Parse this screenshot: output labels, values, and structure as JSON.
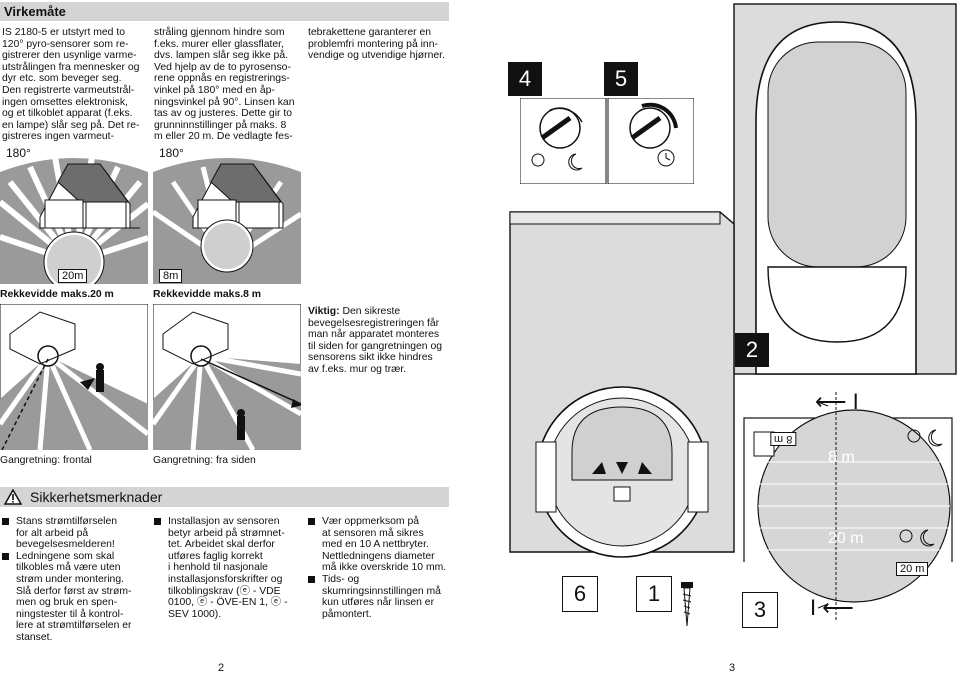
{
  "left_page": {
    "section_title": "Virkemåte",
    "col1_text": "IS 2180-5 er utstyrt med to\n120° pyro-sensorer som re-\ngistrerer den usynlige varme-\nutstrålingen fra mennesker og\ndyr etc. som beveger seg.\nDen registrerte varmeutstrål-\ningen omsettes elektronisk,\nog et tilkoblet apparat (f.eks.\nen lampe) slår seg på. Det re-\ngistreres ingen varmeut-",
    "col2_text": "stråling gjennom hindre som\nf.eks. murer eller glassflater,\ndvs. lampen slår seg ikke på.\nVed hjelp av de to pyrosenso-\nrene oppnås en registrerings-\nvinkel på 180° med en åp-\nningsvinkel på 90°. Linsen kan\ntas av og justeres. Dette gir to\ngrunninnstillinger på maks. 8\nm eller 20 m. De vedlagte fes-",
    "col3_text": "tebrakettene garanterer en\nproblemfri montering på inn-\nvendige og utvendige hjørner.",
    "fig1": {
      "angle": "180°",
      "range_label": "20m",
      "caption": "Rekkevidde maks.20 m"
    },
    "fig2": {
      "angle": "180°",
      "range_label": "8m",
      "caption": "Rekkevidde maks.8 m"
    },
    "fig3": {
      "caption": "Gangretning: frontal"
    },
    "fig4": {
      "caption": "Gangretning: fra siden"
    },
    "viktig": {
      "label": "Viktig:",
      "text": " Den sikreste\nbevegelsesregistreringen får\nman når apparatet monteres\ntil siden for gangretningen og\nsensorens sikt ikke hindres\nav f.eks. mur og trær."
    },
    "safety_title": "Sikkerhetsmerknader",
    "safety_col1": [
      "Stans strømtilførselen\nfor alt arbeid på\nbevegelsesmelderen!",
      "Ledningene som skal\ntilkobles må være uten\nstrøm under montering.\nSlå derfor først av strøm-\nmen og bruk en spen-\nningstester til å kontrol-\nlere at strømtilførselen er\nstanset."
    ],
    "safety_col2": [
      "Installasjon av sensoren\nbetyr arbeid på strømnet-\ntet. Arbeidet skal derfor\nutføres faglig korrekt\ni henhold til nasjonale\ninstallasjonsforskrifter og\ntilkoblingskrav (ⓔ - VDE\n0100, ⓔ - ÖVE-EN 1, ⓔ -\nSEV 1000)."
    ],
    "safety_col3": [
      "Vær oppmerksom på\nat sensoren må sikres\nmed en 10 A nettbryter.\nNettledningens diameter\nmå ikke overskride 10 mm.",
      "Tids- og\nskumringsinnstillingen må\nkun utføres når linsen er\npåmontert."
    ],
    "page_number": "2"
  },
  "right_page": {
    "step_4": "4",
    "step_5": "5",
    "step_2": "2",
    "step_6": "6",
    "step_1": "1",
    "step_3": "3",
    "lens_label_8m": "8 m",
    "lens_label_8m_faint": "8 m",
    "lens_label_20m": "20 m",
    "lens_label_20m_faint": "20 m",
    "page_number": "3"
  },
  "colors": {
    "gray_bar": "#d4d4d4",
    "panel_gray": "#dcdcdc",
    "ink": "#111111"
  }
}
